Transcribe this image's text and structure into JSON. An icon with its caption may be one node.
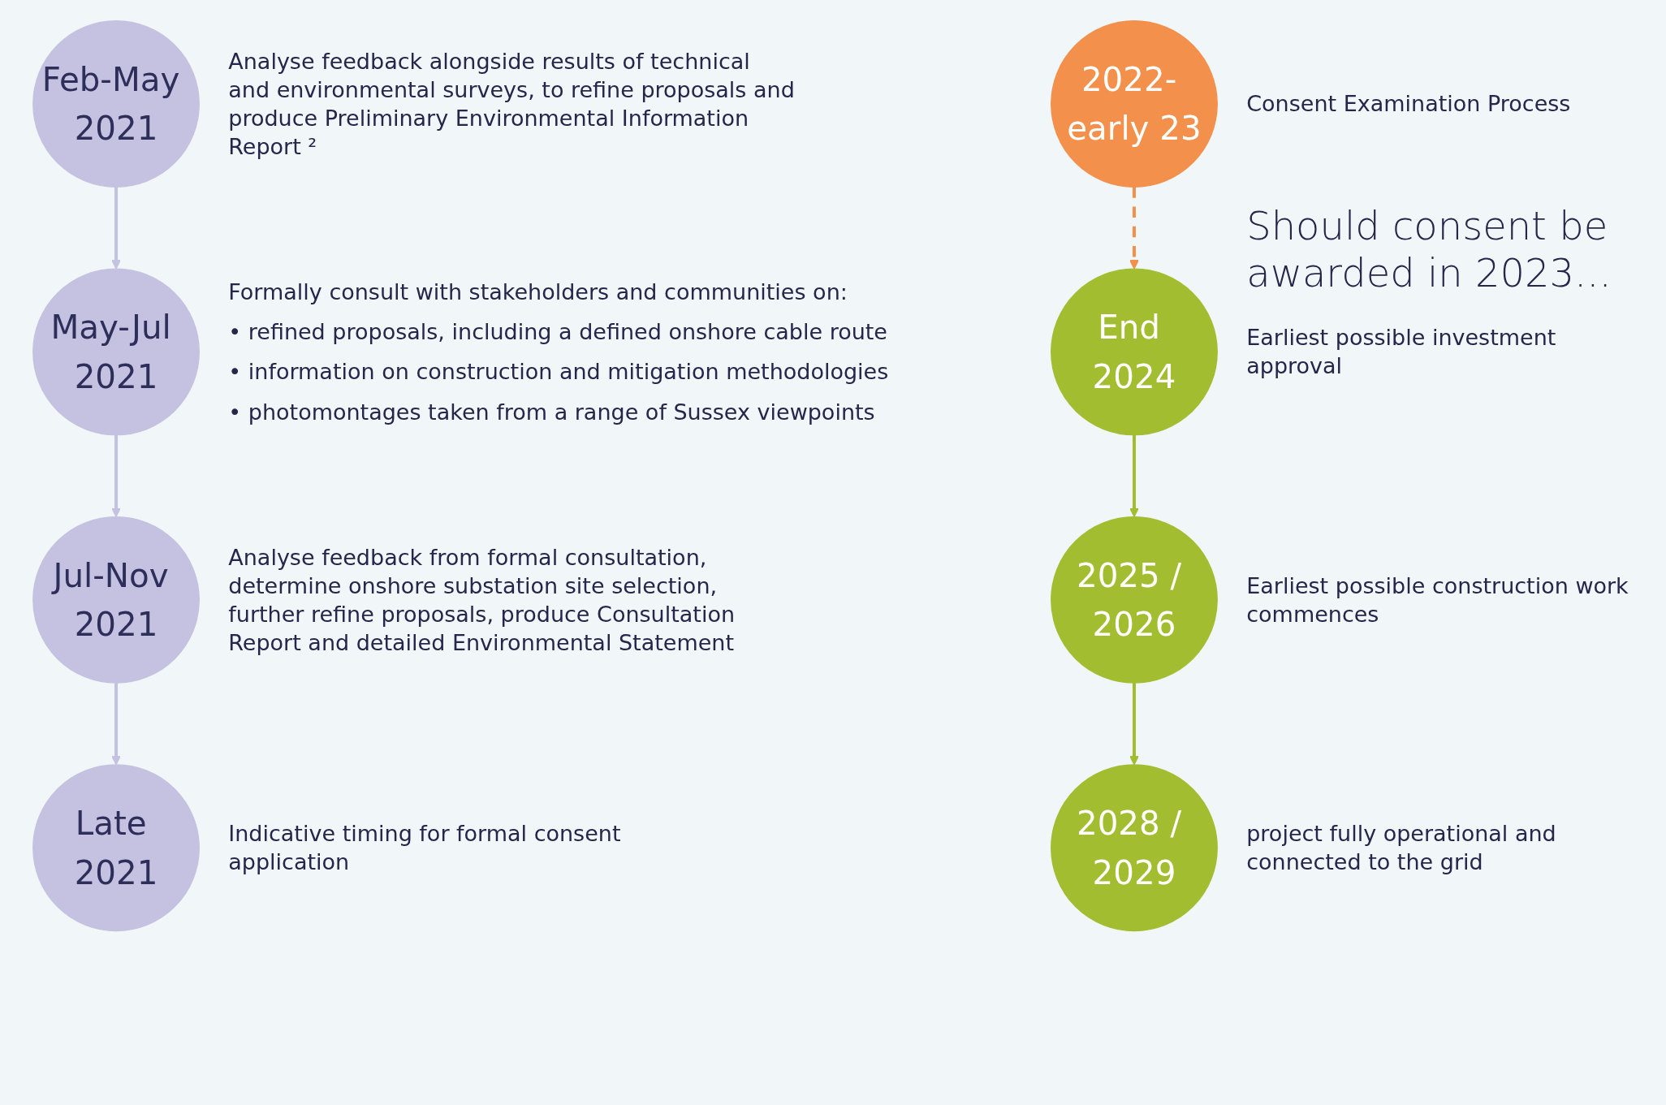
{
  "diagram": {
    "nodes": [
      {
        "text": [
          "Feb-May 2021"
        ],
        "beside": [
          "Analyse feedback alongside results of technical and environmental surveys, to refine proposals and produce Preliminary Environmental Information Report ²"
        ]
      },
      {
        "text": [
          "May-Jul 2021"
        ],
        "beside": [
          "Formally consult with stakeholders and communities on:",
          "• refined proposals, including a defined onshore cable route",
          "• information on construction and mitigation methodologies",
          "• photomontages taken from a range of Sussex viewpoints"
        ]
      },
      {
        "text": [
          "Jul-Nov 2021"
        ],
        "beside": [
          "Analyse feedback from formal consultation, determine onshore substation site selection, further refine proposals, produce Consultation Report and detailed Environmental Statement"
        ]
      },
      {
        "text": [
          "Late 2021"
        ],
        "beside": [
          "Indicative timing for formal consent application"
        ]
      },
      {
        "text": [
          "2022- early 23"
        ],
        "beside": [
          "Consent Examination Process"
        ]
      },
      {
        "text": [
          "End 2024"
        ],
        "beside": [
          "Earliest possible investment approval"
        ]
      },
      {
        "text": [
          "2025 / 2026"
        ],
        "beside": [
          "Earliest possible construction work commences"
        ]
      },
      {
        "text": [
          "2028 / 2029"
        ],
        "beside": [
          "project fully operational and connected to the grid"
        ]
      }
    ],
    "edges": [
      {
        "from": 0,
        "to": 1,
        "arrow": "to"
      },
      {
        "from": 1,
        "to": 2,
        "arrow": "to"
      },
      {
        "from": 2,
        "to": 3,
        "arrow": "to"
      },
      {
        "from": 4,
        "to": 5,
        "arrow": "to",
        "style": "dashed",
        "color": "#f2904c"
      },
      {
        "from": 5,
        "to": 6,
        "arrow": "to",
        "color": "#a3bd31"
      },
      {
        "from": 6,
        "to": 7,
        "arrow": "to",
        "color": "#a3bd31"
      }
    ],
    "labels": [
      "Should consent be awarded in 2023..."
    ]
  }
}
